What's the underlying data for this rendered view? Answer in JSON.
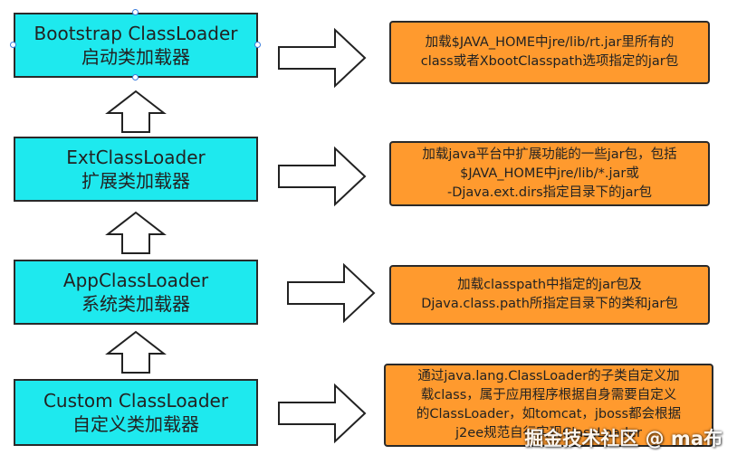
{
  "loaders": [
    {
      "name": "Bootstrap ClassLoader",
      "subtitle": "启动类加载器"
    },
    {
      "name": "ExtClassLoader",
      "subtitle": "扩展类加载器"
    },
    {
      "name": "AppClassLoader",
      "subtitle": "系统类加载器"
    },
    {
      "name": "Custom  ClassLoader",
      "subtitle": "自定义类加载器"
    }
  ],
  "descriptions": [
    {
      "lines": [
        "加载$JAVA_HOME中jre/lib/rt.jar里所有的",
        "class或者XbootClasspath选项指定的jar包"
      ]
    },
    {
      "lines": [
        "加载java平台中扩展功能的一些jar包，包括",
        "$JAVA_HOME中jre/lib/*.jar或",
        "-Djava.ext.dirs指定目录下的jar包"
      ]
    },
    {
      "lines": [
        "加载classpath中指定的jar包及",
        "Djava.class.path所指定目录下的类和jar包"
      ]
    },
    {
      "lines": [
        "通过java.lang.ClassLoader的子类自定义加",
        "载class，属于应用程序根据自身需要自定义",
        "的ClassLoader，如tomcat，jboss都会根据",
        "j2ee规范自行实现ClassLoader"
      ]
    }
  ],
  "watermark": "掘金技术社区 @ ma布"
}
